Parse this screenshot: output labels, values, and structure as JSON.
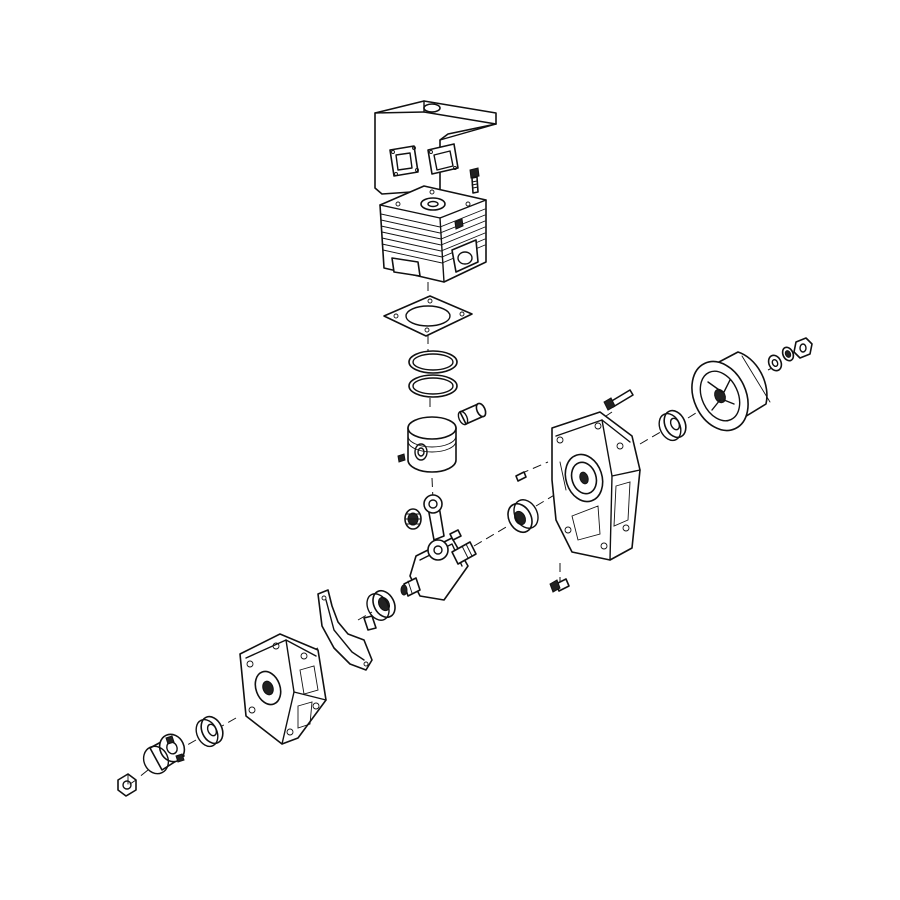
{
  "diagram": {
    "type": "exploded-parts-drawing",
    "parts": [
      {
        "id": "cylinder-bracket",
        "icon": "bracket-icon"
      },
      {
        "id": "exhaust-gasket-small",
        "icon": "gasket-icon"
      },
      {
        "id": "exhaust-gasket-large",
        "icon": "gasket-icon"
      },
      {
        "id": "cylinder-bolt",
        "icon": "bolt-icon"
      },
      {
        "id": "cylinder",
        "icon": "cylinder-icon"
      },
      {
        "id": "cylinder-base-gasket",
        "icon": "gasket-icon"
      },
      {
        "id": "piston-ring-upper",
        "icon": "ring-icon"
      },
      {
        "id": "piston-ring-lower",
        "icon": "ring-icon"
      },
      {
        "id": "piston",
        "icon": "piston-icon"
      },
      {
        "id": "piston-pin",
        "icon": "pin-icon"
      },
      {
        "id": "needle-bearing",
        "icon": "bearing-icon"
      },
      {
        "id": "crankshaft-connecting-rod",
        "icon": "crankshaft-icon"
      },
      {
        "id": "woodruff-key",
        "icon": "key-icon"
      },
      {
        "id": "crankcase-bearing-left",
        "icon": "bearing-icon"
      },
      {
        "id": "crankcase-bearing-right",
        "icon": "bearing-icon"
      },
      {
        "id": "crankcase-gasket",
        "icon": "gasket-icon"
      },
      {
        "id": "crankcase-left",
        "icon": "crankcase-icon"
      },
      {
        "id": "crankcase-right",
        "icon": "crankcase-icon"
      },
      {
        "id": "crankcase-bolt-long",
        "icon": "bolt-icon"
      },
      {
        "id": "crankcase-bolt-short",
        "icon": "bolt-icon"
      },
      {
        "id": "dowel-pin",
        "icon": "pin-icon"
      },
      {
        "id": "oil-seal-left",
        "icon": "seal-icon"
      },
      {
        "id": "oil-seal-right",
        "icon": "seal-icon"
      },
      {
        "id": "flywheel-hub",
        "icon": "hub-icon"
      },
      {
        "id": "flywheel-nut",
        "icon": "nut-icon"
      },
      {
        "id": "clutch-drum",
        "icon": "clutch-drum-icon"
      },
      {
        "id": "washer",
        "icon": "washer-icon"
      },
      {
        "id": "spring-washer",
        "icon": "washer-icon"
      },
      {
        "id": "hex-nut",
        "icon": "nut-icon"
      }
    ],
    "colors": {
      "line": "#111111",
      "background": "#ffffff",
      "fill": "#ffffff"
    }
  }
}
